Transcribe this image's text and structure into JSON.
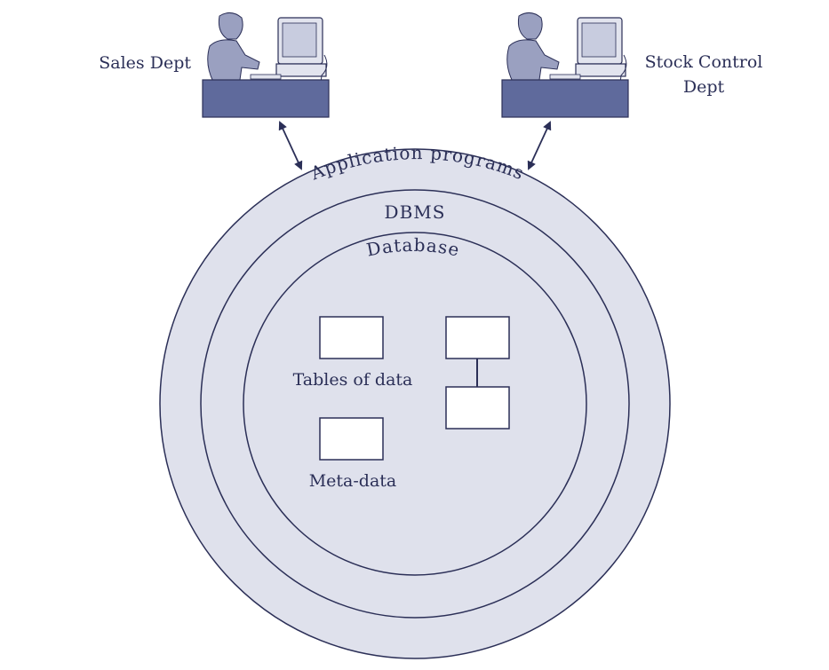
{
  "departments": {
    "sales": {
      "label": "Sales Dept"
    },
    "stock": {
      "label_line1": "Stock Control",
      "label_line2": "Dept"
    }
  },
  "rings": {
    "outer": {
      "label": "Application programs"
    },
    "middle": {
      "label": "DBMS"
    },
    "inner": {
      "label": "Database"
    }
  },
  "contents": {
    "tables_label": "Tables of data",
    "meta_label": "Meta-data"
  },
  "colors": {
    "ring_fill": "#dfe1ec",
    "stroke": "#2b2f57",
    "desk": "#5f6a9c",
    "person": "#9aa0c0"
  }
}
